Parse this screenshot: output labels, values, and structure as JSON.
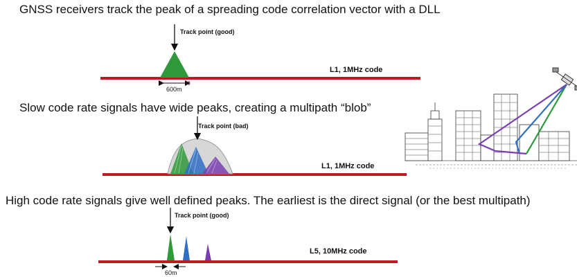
{
  "sections": [
    {
      "heading": "GNSS receivers track the peak of a spreading code correlation vector with a DLL",
      "track_label": "Track point (good)",
      "code_label": "L1, 1MHz code",
      "width_label": "600m"
    },
    {
      "heading": "Slow code rate signals have wide peaks, creating a multipath “blob”",
      "track_label": "Track point (bad)",
      "code_label": "L1, 1MHz code"
    },
    {
      "heading": "High code rate signals give well defined peaks. The earliest is the direct signal (or the best multipath)",
      "track_label": "Track point (good)",
      "code_label": "L5, 10MHz code",
      "width_label": "60m"
    }
  ],
  "colors": {
    "baseline": "#c0191f",
    "direct": "#2e9a3a",
    "multipath1": "#2f6fc4",
    "multipath2": "#7a3eb0",
    "blob": "#d4d4d4"
  }
}
